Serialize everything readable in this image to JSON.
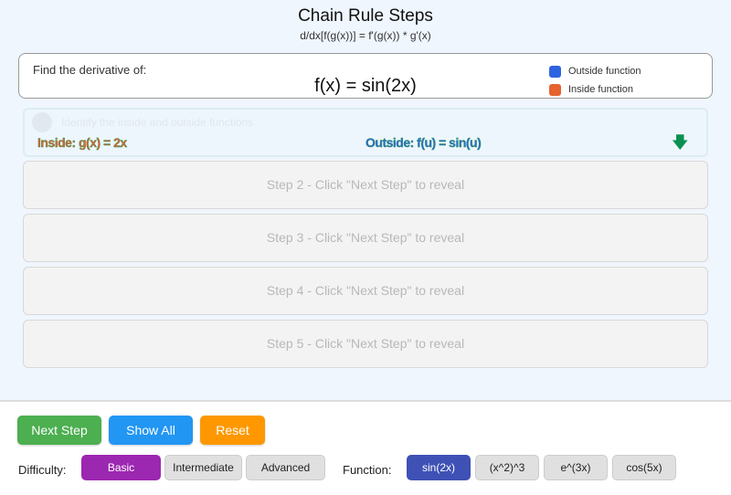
{
  "header": {
    "title": "Chain Rule Steps",
    "formula": "d/dx[f(g(x))] = f'(g(x)) * g'(x)"
  },
  "problem": {
    "prompt": "Find the derivative of:",
    "function": "f(x) = sin(2x)",
    "legend": [
      {
        "label": "Outside function",
        "color": "#2f62e0"
      },
      {
        "label": "Inside function",
        "color": "#e5632f"
      }
    ]
  },
  "step1": {
    "text": "Identify the inside and outside functions",
    "inside": "Inside: g(x) =  2x",
    "outside": "Outside: f(u) =  sin(u)",
    "icon": "arrow-down-icon"
  },
  "steps": [
    "Step 2 - Click \"Next Step\" to reveal",
    "Step 3 - Click \"Next Step\" to reveal",
    "Step 4 - Click \"Next Step\" to reveal",
    "Step 5 - Click \"Next Step\" to reveal"
  ],
  "controls": {
    "next": "Next Step",
    "show_all": "Show All",
    "reset": "Reset",
    "difficulty_label": "Difficulty:",
    "difficulty": [
      "Basic",
      "Intermediate",
      "Advanced"
    ],
    "difficulty_selected": "Basic",
    "function_label": "Function:",
    "functions": [
      "sin(2x)",
      "(x^2)^3",
      "e^(3x)",
      "cos(5x)"
    ],
    "function_selected": "sin(2x)"
  }
}
